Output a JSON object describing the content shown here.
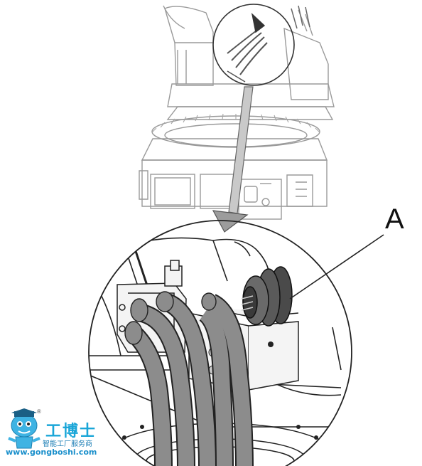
{
  "figure": {
    "callout_label": "A"
  },
  "watermark": {
    "brand_name": "工博士",
    "tagline": "智能工厂服务商",
    "url": "www.gongboshi.com",
    "registered_mark": "®"
  },
  "colors": {
    "line": "#222222",
    "faded_line": "#9a9a9a",
    "cable_fill": "#8c8c8c",
    "connector_fill": "#5a5a5a",
    "brand_blue": "#1aa6d8"
  }
}
